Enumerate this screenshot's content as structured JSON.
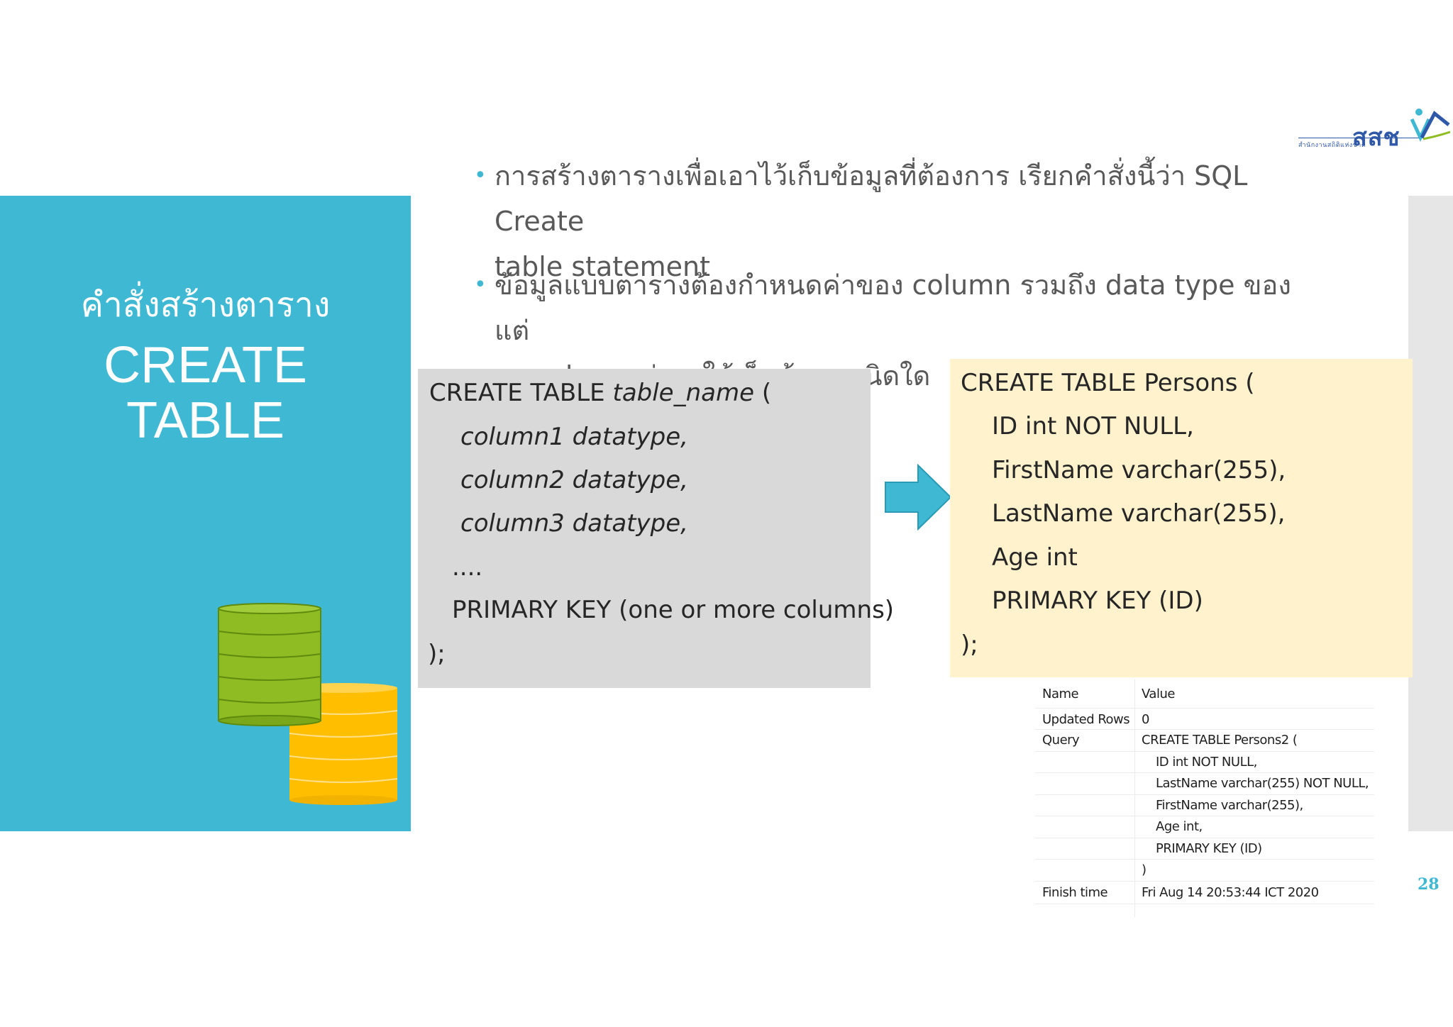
{
  "sidebar": {
    "thai_heading": "คำสั่งสร้างตาราง",
    "title_line1": "CREATE",
    "title_line2": "TABLE"
  },
  "logo": {
    "text": "สสช",
    "subtitle": "สำนักงานสถิติแห่งชาติ"
  },
  "bullets": [
    {
      "line1": "การสร้างตารางเพื่อเอาไว้เก็บข้อมูลที่ต้องการ เรียกคำสั่งนี้ว่า SQL Create",
      "line2": "table statement"
    },
    {
      "line1": "ข้อมูลแบบตารางต้องกำหนดค่าของ column รวมถึง data type ของแต่",
      "line2": "ละ column ว่าจะใช้เก็บข้อมูลชนิดใด"
    }
  ],
  "syntax": {
    "line1_plain": "CREATE TABLE ",
    "line1_italic": "table_name",
    "line1_end": " (",
    "col1": "column1 datatype,",
    "col2": "column2 datatype,",
    "col3": "column3 datatype,",
    "ellipsis": "....",
    "pk": "PRIMARY KEY (one or more columns)",
    "close": ");"
  },
  "example": {
    "lines": [
      "CREATE TABLE Persons (",
      "ID int NOT NULL,",
      "FirstName varchar(255),",
      "LastName varchar(255),",
      "Age int",
      "PRIMARY KEY (ID)",
      ");"
    ]
  },
  "result": {
    "header_name": "Name",
    "header_value": "Value",
    "updated_rows_label": "Updated Rows",
    "updated_rows_value": "0",
    "query_label": "Query",
    "query_lines": [
      "CREATE TABLE Persons2 (",
      "ID int NOT NULL,",
      "LastName varchar(255) NOT NULL,",
      "FirstName varchar(255),",
      "Age int,",
      "PRIMARY KEY (ID)",
      ")"
    ],
    "finish_label": "Finish time",
    "finish_value": "Fri Aug 14 20:53:44 ICT 2020"
  },
  "page_number": "28",
  "colors": {
    "accent_teal": "#3fb8d4",
    "syntax_bg": "#d9d9d9",
    "example_bg": "#fff2cc",
    "coin_green": "#8fbc22",
    "coin_yellow": "#ffbf00"
  }
}
